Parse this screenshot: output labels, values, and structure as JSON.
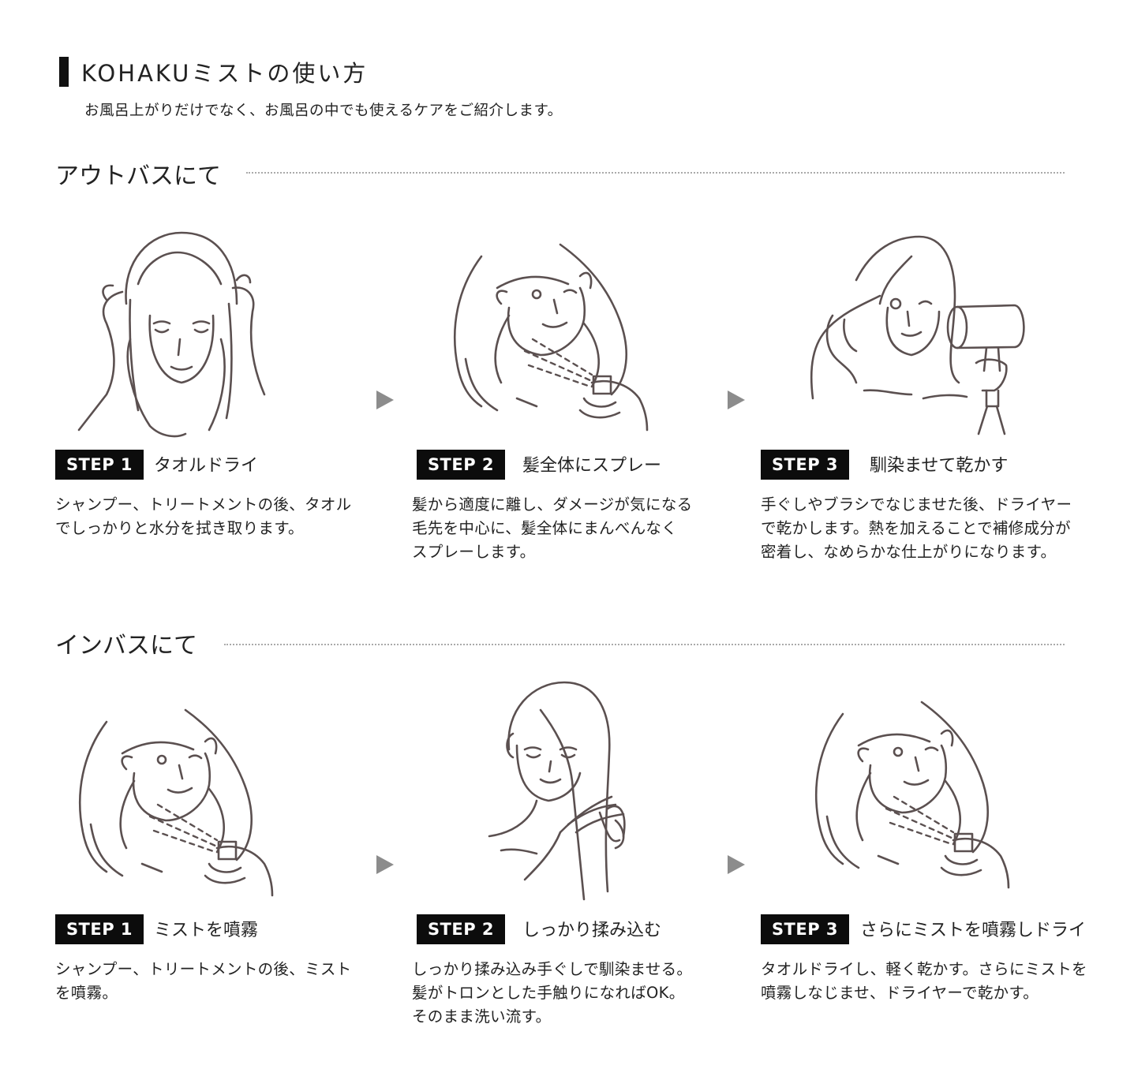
{
  "page": {
    "title": "KOHAKUミストの使い方",
    "subtitle": "お風呂上がりだけでなく、お風呂の中でも使えるケアをご紹介します。"
  },
  "sections": [
    {
      "heading": "アウトバスにて",
      "steps": [
        {
          "badge": "STEP 1",
          "title": "タオルドライ",
          "description": "シャンプー、トリートメントの後、タオル\nでしっかりと水分を拭き取ります。",
          "illustration": "woman-towel-drying-hair"
        },
        {
          "badge": "STEP 2",
          "title": "髪全体にスプレー",
          "description": "髪から適度に離し、ダメージが気になる\n毛先を中心に、髪全体にまんべんなく\nスプレーします。",
          "illustration": "woman-spraying-mist"
        },
        {
          "badge": "STEP 3",
          "title": "馴染ませて乾かす",
          "description": "手ぐしやブラシでなじませた後、ドライヤー\nで乾かします。熱を加えることで補修成分が\n密着し、なめらかな仕上がりになります。",
          "illustration": "woman-blow-drying-hair"
        }
      ]
    },
    {
      "heading": "インバスにて",
      "steps": [
        {
          "badge": "STEP 1",
          "title": "ミストを噴霧",
          "description": "シャンプー、トリートメントの後、ミスト\nを噴霧。",
          "illustration": "woman-spraying-mist"
        },
        {
          "badge": "STEP 2",
          "title": "しっかり揉み込む",
          "description": "しっかり揉み込み手ぐしで馴染ませる。\n髪がトロンとした手触りになればOK。\nそのまま洗い流す。",
          "illustration": "woman-massaging-hair"
        },
        {
          "badge": "STEP 3",
          "title": "さらにミストを噴霧しドライ",
          "description": "タオルドライし、軽く乾かす。さらにミストを\n噴霧しなじませ、ドライヤーで乾かす。",
          "illustration": "woman-spraying-mist"
        }
      ]
    }
  ],
  "icons": {
    "next_arrow": "triangle-right"
  },
  "colors": {
    "badge_bg": "#0c0c0c",
    "badge_text": "#ffffff",
    "line_art": "#5b5050",
    "arrow": "#8c8c8c",
    "divider": "#aaaaaa"
  }
}
